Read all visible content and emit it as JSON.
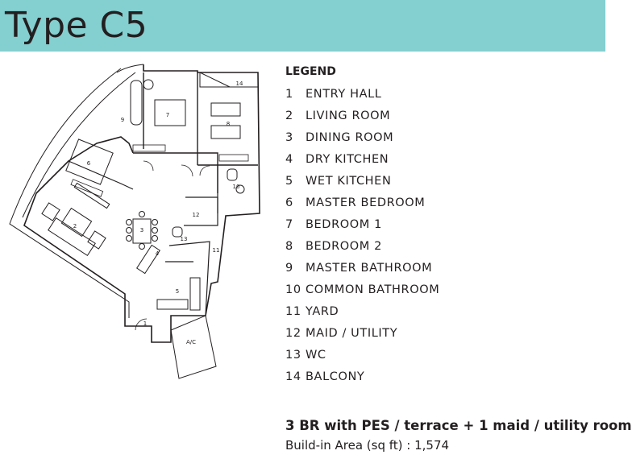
{
  "header": {
    "title": "Type C5",
    "background_color": "#84cfd0"
  },
  "floor_plan": {
    "room_numbers": [
      "1",
      "2",
      "3",
      "4",
      "5",
      "6",
      "7",
      "8",
      "9",
      "10",
      "11",
      "12",
      "13",
      "14"
    ],
    "ac_ledge_label": "A/C"
  },
  "legend": {
    "heading": "LEGEND",
    "items": [
      {
        "number": "1",
        "label": "ENTRY HALL"
      },
      {
        "number": "2",
        "label": "LIVING ROOM"
      },
      {
        "number": "3",
        "label": "DINING ROOM"
      },
      {
        "number": "4",
        "label": "DRY KITCHEN"
      },
      {
        "number": "5",
        "label": "WET KITCHEN"
      },
      {
        "number": "6",
        "label": "MASTER BEDROOM"
      },
      {
        "number": "7",
        "label": "BEDROOM 1"
      },
      {
        "number": "8",
        "label": "BEDROOM 2"
      },
      {
        "number": "9",
        "label": "MASTER BATHROOM"
      },
      {
        "number": "10",
        "label": "COMMON BATHROOM"
      },
      {
        "number": "11",
        "label": "YARD"
      },
      {
        "number": "12",
        "label": "MAID / UTILITY"
      },
      {
        "number": "13",
        "label": "WC"
      },
      {
        "number": "14",
        "label": "BALCONY"
      }
    ]
  },
  "summary": {
    "unit_type": "3 BR with PES / terrace + 1 maid / utility room",
    "area_line": "Build-in Area (sq ft) : 1,574"
  }
}
